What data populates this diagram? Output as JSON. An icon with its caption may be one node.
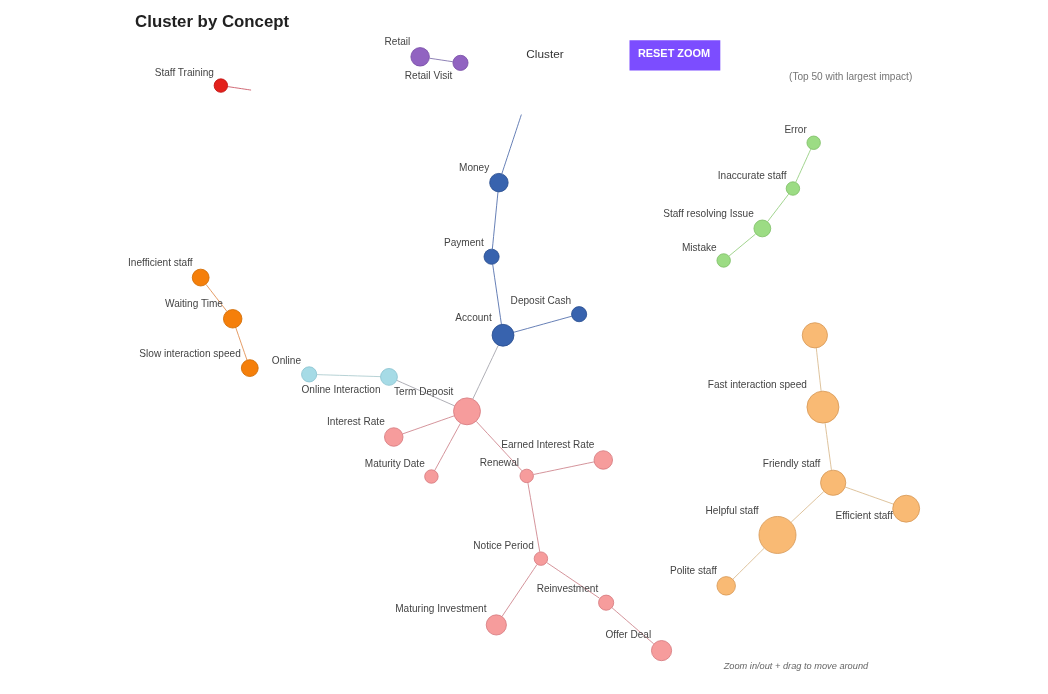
{
  "diagram": {
    "title": "Cluster by Concept",
    "nodes": [
      {
        "text": [],
        "shape": "circle",
        "beside": [
          "Maturing Investment"
        ]
      },
      {
        "text": [],
        "shape": "circle",
        "beside": [
          "Staff Training"
        ]
      },
      {
        "text": [],
        "shape": "circle",
        "beside": [
          "Offer Deal"
        ]
      },
      {
        "text": [],
        "shape": "circle",
        "beside": [
          "Reinvestment"
        ]
      },
      {
        "text": [],
        "shape": "circle",
        "beside": [
          "Earned Interest Rate"
        ]
      },
      {
        "text": [],
        "shape": "circle",
        "beside": [
          "Notice Period"
        ]
      },
      {
        "text": [],
        "shape": "circle",
        "beside": [
          "Online"
        ]
      },
      {
        "text": [],
        "shape": "circle",
        "beside": [
          "Inefficient staff"
        ]
      },
      {
        "text": [],
        "shape": "circle",
        "beside": [
          "Online Interaction"
        ]
      },
      {
        "text": [],
        "shape": "circle",
        "beside": [
          "Renewal"
        ]
      },
      {
        "text": [],
        "shape": "circle",
        "beside": [
          "Mistake"
        ]
      },
      {
        "text": [],
        "shape": "circle",
        "beside": [
          "Waiting Time"
        ]
      },
      {
        "text": [],
        "shape": "circle",
        "beside": [
          "Interest Rate"
        ]
      },
      {
        "text": [],
        "shape": "circle",
        "beside": [
          "Term Deposit"
        ]
      },
      {
        "text": [],
        "shape": "circle",
        "beside": [
          "Inaccurate staff"
        ]
      },
      {
        "text": [],
        "shape": "circle",
        "beside": [
          "Staff resolving Issue"
        ]
      },
      {
        "text": [],
        "shape": "circle",
        "beside": [
          "Error"
        ]
      },
      {
        "text": [],
        "shape": "circle",
        "beside": [
          "Maturity Date"
        ]
      },
      {
        "text": [],
        "shape": "circle",
        "beside": [
          "Slow interaction speed"
        ]
      },
      {
        "text": [],
        "shape": "circle",
        "beside": [
          "Polite staff"
        ]
      },
      {
        "text": [],
        "shape": "circle",
        "beside": [
          "Account"
        ]
      },
      {
        "text": [],
        "shape": "circle",
        "beside": [
          "Efficient staff"
        ]
      },
      {
        "text": [],
        "shape": "circle",
        "beside": [
          "Retail"
        ]
      },
      {
        "text": [],
        "shape": "circle",
        "beside": [
          "Deposit Cash"
        ]
      },
      {
        "text": [],
        "shape": "circle",
        "beside": [
          "Helpful staff"
        ]
      },
      {
        "text": [],
        "shape": "circle",
        "beside": [
          "Retail Visit"
        ]
      },
      {
        "text": [],
        "shape": "circle",
        "beside": [
          "Friendly staff"
        ]
      },
      {
        "text": [],
        "shape": "circle",
        "beside": [
          "Payment"
        ]
      },
      {
        "text": [],
        "shape": "circle",
        "beside": [
          "Fast interaction speed"
        ]
      },
      {
        "text": [],
        "shape": "circle",
        "beside": [
          "Money"
        ]
      },
      {
        "text": [],
        "shape": "circle"
      }
    ],
    "edges": [
      {
        "from": null,
        "to": 1,
        "arrow": "none",
        "color": "#c8505e"
      },
      {
        "from": 0,
        "to": 5,
        "arrow": "none"
      },
      {
        "from": 5,
        "to": 3,
        "arrow": "none"
      },
      {
        "from": 3,
        "to": 2,
        "arrow": "none"
      },
      {
        "from": 5,
        "to": 9,
        "arrow": "none"
      },
      {
        "from": 4,
        "to": 9,
        "arrow": "none"
      },
      {
        "from": 9,
        "to": 13,
        "arrow": "none"
      },
      {
        "from": 6,
        "to": 8,
        "arrow": "none",
        "color": "#a9c9cd"
      },
      {
        "from": 8,
        "to": 13,
        "arrow": "none",
        "color": "#a0a0a8"
      },
      {
        "from": 12,
        "to": 13,
        "arrow": "none"
      },
      {
        "from": 17,
        "to": 13,
        "arrow": "none"
      },
      {
        "from": 13,
        "to": 20,
        "arrow": "none",
        "color": "#a0a0a8"
      },
      {
        "from": 20,
        "to": 23,
        "arrow": "none",
        "color": "#4a68a8"
      },
      {
        "from": 20,
        "to": 27,
        "arrow": "none",
        "color": "#4a68a8"
      },
      {
        "from": 27,
        "to": 29,
        "arrow": "none",
        "color": "#4a68a8"
      },
      {
        "from": 29,
        "to": null,
        "arrow": "none",
        "color": "#4a68a8"
      },
      {
        "from": 7,
        "to": 11,
        "arrow": "none",
        "color": "#e08a4a"
      },
      {
        "from": 11,
        "to": 18,
        "arrow": "none",
        "color": "#e08a4a"
      },
      {
        "from": 16,
        "to": 14,
        "arrow": "none",
        "color": "#90cc7a"
      },
      {
        "from": 14,
        "to": 15,
        "arrow": "none",
        "color": "#90cc7a"
      },
      {
        "from": 15,
        "to": 10,
        "arrow": "none",
        "color": "#90cc7a"
      },
      {
        "from": 22,
        "to": 25,
        "arrow": "none",
        "color": "#7a6aa8"
      },
      {
        "from": 21,
        "to": 26,
        "arrow": "none",
        "color": "#d8b88a"
      },
      {
        "from": 26,
        "to": 24,
        "arrow": "none",
        "color": "#d8b88a"
      },
      {
        "from": 24,
        "to": 19,
        "arrow": "none",
        "color": "#d8b88a"
      },
      {
        "from": 26,
        "to": 28,
        "arrow": "none",
        "color": "#d8b88a"
      },
      {
        "from": 28,
        "to": 30,
        "arrow": "none",
        "color": "#d8b88a"
      }
    ],
    "labels": [
      "(Top 50 with largest impact)",
      "Cluster",
      "RESET ZOOM",
      "Zoom in/out + drag to move around"
    ]
  }
}
